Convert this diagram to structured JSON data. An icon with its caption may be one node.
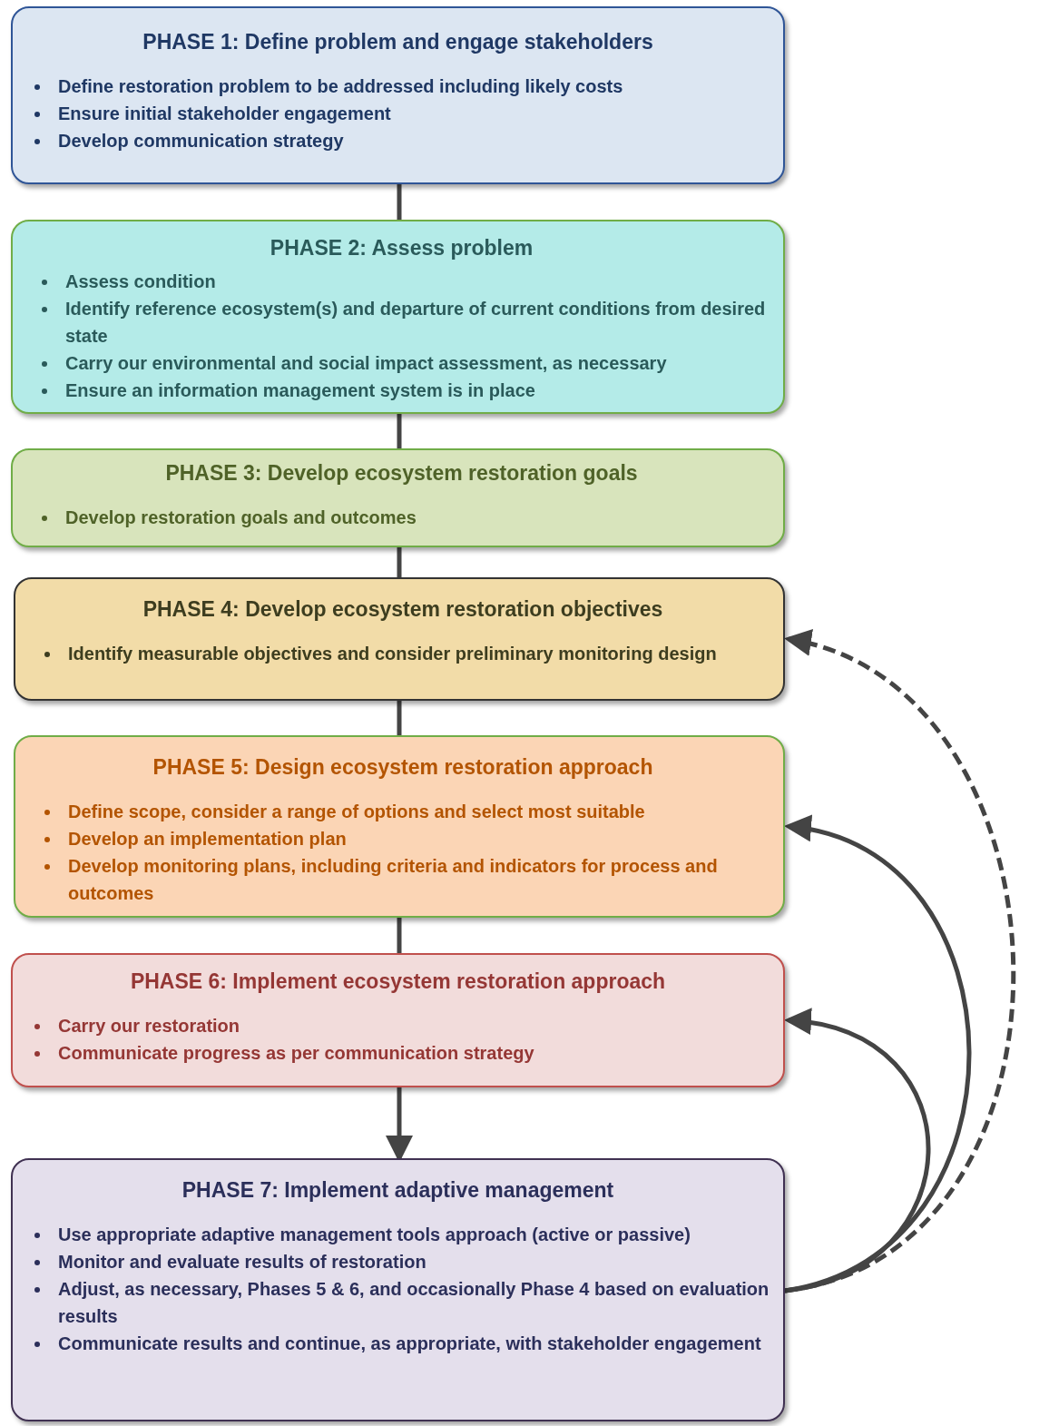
{
  "diagram": {
    "nodes": [
      {
        "text": [
          "PHASE 1:  Define problem and engage stakeholders",
          "Define restoration problem to be addressed including  likely costs",
          "Ensure initial stakeholder engagement",
          "Develop communication strategy"
        ]
      },
      {
        "text": [
          "PHASE 2:   Assess problem",
          "Assess condition",
          "Identify reference ecosystem(s) and departure of current conditions from desired state",
          "Carry our environmental and social impact assessment, as necessary",
          "Ensure an information management system is in place"
        ]
      },
      {
        "text": [
          "PHASE 3:  Develop ecosystem restoration goals",
          "Develop restoration goals and outcomes"
        ]
      },
      {
        "text": [
          "PHASE 4:  Develop ecosystem restoration objectives",
          "Identify measurable objectives and consider preliminary monitoring design"
        ]
      },
      {
        "text": [
          "PHASE 5:  Design ecosystem restoration approach",
          "Define scope, consider a range of options and select most suitable",
          "Develop an implementation plan",
          "Develop monitoring plans, including  criteria and indicators for process and outcomes"
        ]
      },
      {
        "text": [
          "PHASE 6: Implement ecosystem restoration approach",
          "Carry our restoration",
          "Communicate progress as per communication strategy"
        ]
      },
      {
        "text": [
          "PHASE 7:  Implement adaptive management",
          "Use appropriate adaptive management tools approach (active or passive)",
          "Monitor and evaluate results of restoration",
          "Adjust, as necessary, Phases 5 & 6, and occasionally  Phase 4 based on evaluation results",
          "Communicate results and continue, as appropriate, with stakeholder engagement"
        ]
      }
    ],
    "edges": [
      {
        "from": 0,
        "to": 1,
        "arrow": "none"
      },
      {
        "from": 1,
        "to": 2,
        "arrow": "none"
      },
      {
        "from": 2,
        "to": 3,
        "arrow": "none"
      },
      {
        "from": 3,
        "to": 4,
        "arrow": "none"
      },
      {
        "from": 4,
        "to": 5,
        "arrow": "none"
      },
      {
        "from": 5,
        "to": 6,
        "arrow": "to"
      },
      {
        "from": 6,
        "to": 5,
        "arrow": "to"
      },
      {
        "from": 6,
        "to": 4,
        "arrow": "to"
      },
      {
        "from": 6,
        "to": 3,
        "arrow": "to",
        "style": "dashed"
      }
    ]
  }
}
